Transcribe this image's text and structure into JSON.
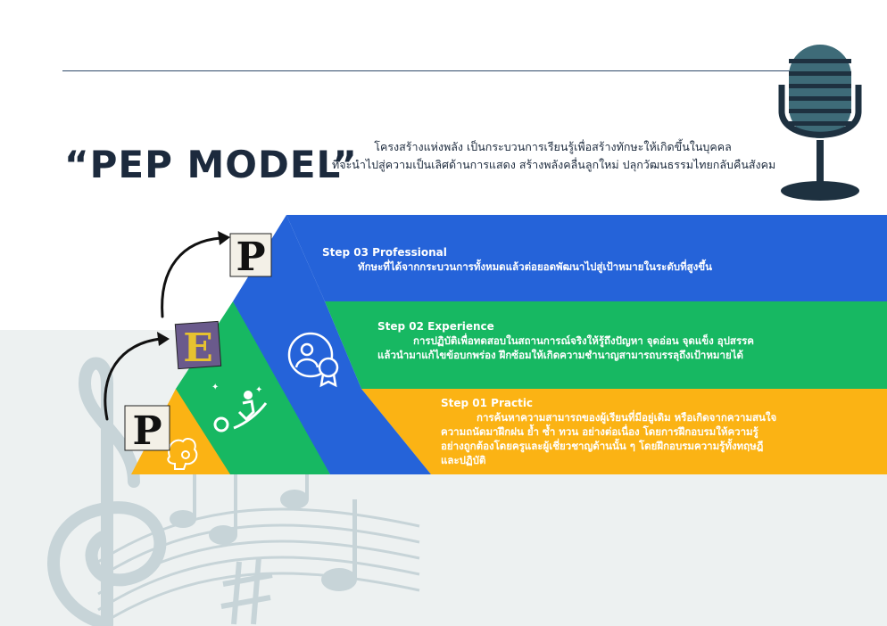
{
  "header": {
    "title": "“PEP MODEL”",
    "subtitle_line1": "โครงสร้างแห่งพลัง เป็นกระบวนการเรียนรู้เพื่อสร้างทักษะให้เกิดขึ้นในบุคคล",
    "subtitle_line2": "ที่จะนำไปสู่ความเป็นเลิศด้านการแสดง สร้างพลังคลื่นลูกใหม่ ปลุกวัฒนธรรมไทยกลับคืนสังคม"
  },
  "steps": [
    {
      "title": "Step 03 Professional",
      "desc_lines": [
        "ทักษะที่ได้จากกระบวนการทั้งหมดแล้วต่อยอดพัฒนาไปสู่เป้าหมายในระดับที่สูงขึ้น"
      ],
      "color": "#2563d9",
      "letter": "P"
    },
    {
      "title": "Step 02 Experience",
      "desc_lines": [
        "การปฏิบัติเพื่อทดสอบในสถานการณ์จริงให้รู้ถึงปัญหา จุดอ่อน จุดแข็ง อุปสรรค",
        "แล้วนำมาแก้ไขข้อบกพร่อง ฝึกซ้อมให้เกิดความชำนาญสามารถบรรลุถึงเป้าหมายได้"
      ],
      "color": "#17b862",
      "letter": "E"
    },
    {
      "title": "Step 01 Practic",
      "desc_lines": [
        "การค้นหาความสามารถของผู้เรียนที่มีอยู่เดิม หรือเกิดจากความสนใจ",
        "ความถนัดมาฝึกฝน ย้ำ ซ้ำ ทวน อย่างต่อเนื่อง โดยการฝึกอบรมให้ความรู้",
        "อย่างถูกต้องโดยครูและผู้เชี่ยวชาญด้านนั้น ๆ โดยฝึกอบรมความรู้ทั้งทฤษฎี",
        "และปฏิบัติ"
      ],
      "color": "#fbb314",
      "letter": "P"
    }
  ],
  "icons": {
    "step3": "award-person-icon",
    "step2": "climbing-person-icon",
    "step1": "brain-gear-icon",
    "decor": "microphone-icon",
    "music": "treble-clef-icon"
  }
}
